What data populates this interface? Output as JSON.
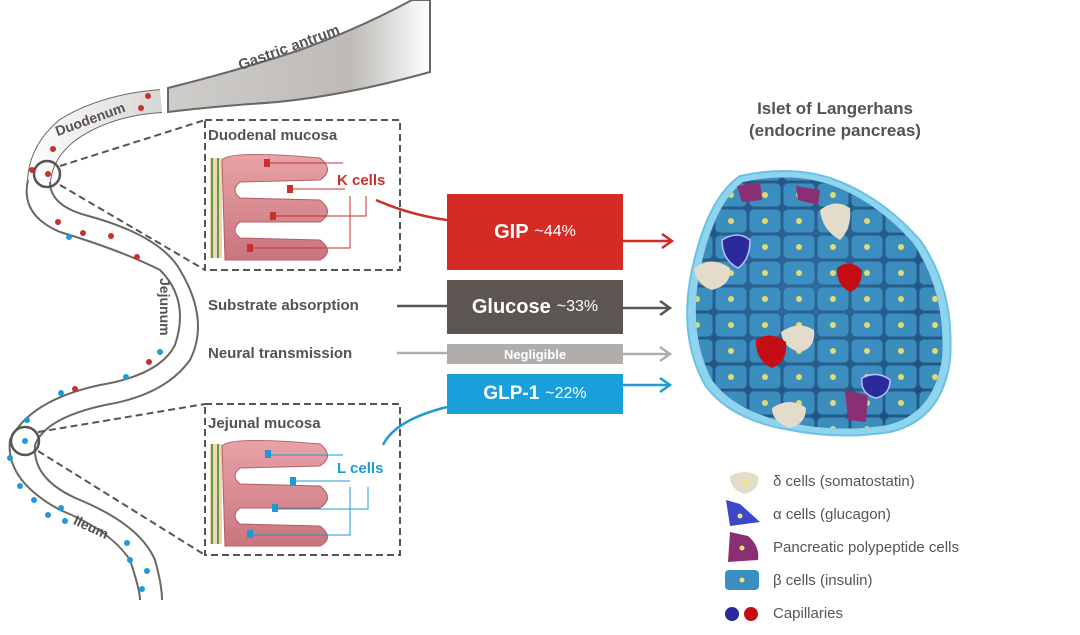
{
  "gut": {
    "gastric_antrum": "Gastric antrum",
    "duodenum": "Duodenum",
    "jejunum": "Jejunum",
    "ileum": "Ileum"
  },
  "duodenal_inset": {
    "title": "Duodenal mucosa",
    "cell_label": "K cells"
  },
  "jejunal_inset": {
    "title": "Jejunal mucosa",
    "cell_label": "L cells"
  },
  "inputs": {
    "substrate": "Substrate absorption",
    "neural": "Neural transmission"
  },
  "contributions": [
    {
      "name": "GIP",
      "value": "~44%",
      "color": "#d42b24"
    },
    {
      "name": "Glucose",
      "value": "~33%",
      "color": "#5c5552"
    },
    {
      "name": "Negligible",
      "value": "",
      "color": "#b1adab"
    },
    {
      "name": "GLP-1",
      "value": "~22%",
      "color": "#199fd9"
    }
  ],
  "islet": {
    "title_line1": "Islet of Langerhans",
    "title_line2": "(endocrine pancreas)"
  },
  "legend": [
    {
      "icon": "delta-cell-icon",
      "label": "δ cells (somatostatin)",
      "color": "#e4dccb"
    },
    {
      "icon": "alpha-cell-icon",
      "label": "α cells (glucagon)",
      "color": "#3a48c7"
    },
    {
      "icon": "pp-cell-icon",
      "label": "Pancreatic polypeptide cells",
      "color": "#8b2f74"
    },
    {
      "icon": "beta-cell-icon",
      "label": "β cells (insulin)",
      "color": "#3b8fc0"
    },
    {
      "icon": "capillary-icon",
      "label": "Capillaries",
      "color": "#cc1a1a"
    }
  ],
  "colors": {
    "k_cell": "#c9302c",
    "l_cell": "#1e9ad6",
    "text": "#575250"
  }
}
